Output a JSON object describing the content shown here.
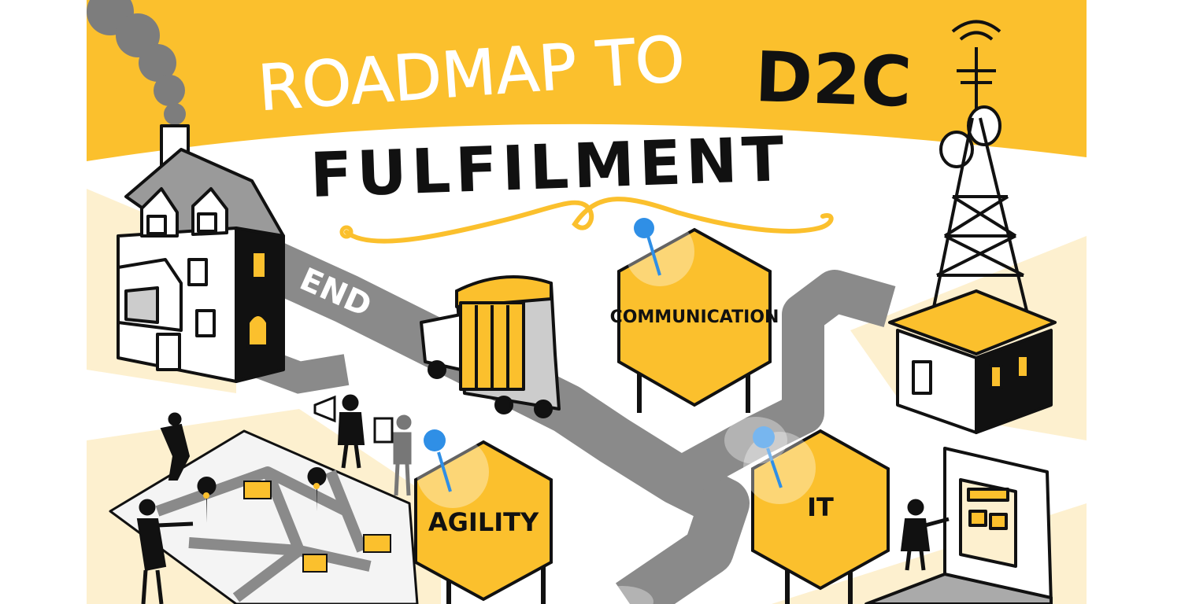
{
  "title": {
    "line1": "ROADMAP TO",
    "line1_emphasis": "D2C",
    "line2": "FULFILMENT"
  },
  "road": {
    "end_label": "END"
  },
  "signs": [
    {
      "id": "communication",
      "label": "COMMUNICATION"
    },
    {
      "id": "agility",
      "label": "AGILITY"
    },
    {
      "id": "it",
      "label": "IT"
    }
  ],
  "colors": {
    "yellow": "#fbc02d",
    "cream": "#fdf0cf",
    "road": "#8a8a8a",
    "ink": "#111111",
    "pin": "#2f8fe6"
  },
  "icons": [
    "house-icon",
    "truck-icon",
    "radio-tower-icon",
    "laptop-icon",
    "map-icon",
    "megaphone-icon",
    "location-pin-icon"
  ]
}
